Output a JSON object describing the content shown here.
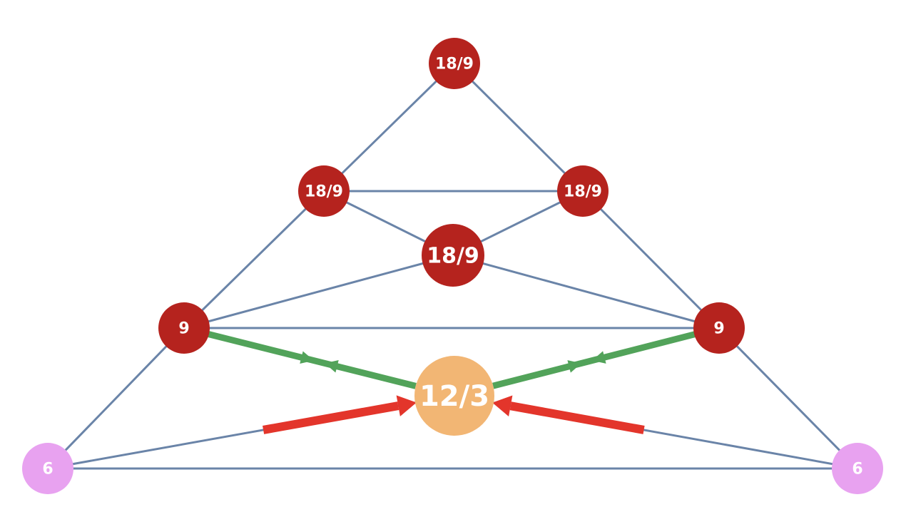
{
  "colors": {
    "edge": "#6a84a8",
    "node_red": "#b5231e",
    "node_pink": "#e8a2f0",
    "node_orange": "#f2b674",
    "arrow_green": "#52a35a",
    "arrow_red": "#e3352b"
  },
  "nodes": [
    {
      "id": "top",
      "label": "18/9",
      "color": "node_red"
    },
    {
      "id": "upper-left",
      "label": "18/9",
      "color": "node_red"
    },
    {
      "id": "upper-right",
      "label": "18/9",
      "color": "node_red"
    },
    {
      "id": "center",
      "label": "18/9",
      "color": "node_red"
    },
    {
      "id": "middle-left",
      "label": "9",
      "color": "node_red"
    },
    {
      "id": "middle-right",
      "label": "9",
      "color": "node_red"
    },
    {
      "id": "core",
      "label": "12/3",
      "color": "node_orange"
    },
    {
      "id": "bottom-left",
      "label": "6",
      "color": "node_pink"
    },
    {
      "id": "bottom-right",
      "label": "6",
      "color": "node_pink"
    }
  ],
  "edges": [
    [
      "top",
      "upper-left"
    ],
    [
      "top",
      "upper-right"
    ],
    [
      "upper-left",
      "upper-right"
    ],
    [
      "upper-left",
      "center"
    ],
    [
      "upper-right",
      "center"
    ],
    [
      "upper-left",
      "middle-left"
    ],
    [
      "upper-right",
      "middle-right"
    ],
    [
      "center",
      "middle-left"
    ],
    [
      "center",
      "middle-right"
    ],
    [
      "middle-left",
      "middle-right"
    ],
    [
      "middle-left",
      "bottom-left"
    ],
    [
      "middle-right",
      "bottom-right"
    ],
    [
      "bottom-left",
      "bottom-right"
    ],
    [
      "bottom-left",
      "core"
    ],
    [
      "bottom-right",
      "core"
    ]
  ],
  "flows": [
    {
      "from": "middle-left",
      "to": "core",
      "type": "bidirectional",
      "color": "arrow_green"
    },
    {
      "from": "middle-right",
      "to": "core",
      "type": "bidirectional",
      "color": "arrow_green"
    },
    {
      "from": "bottom-left",
      "to": "core",
      "type": "inbound",
      "color": "arrow_red"
    },
    {
      "from": "bottom-right",
      "to": "core",
      "type": "inbound",
      "color": "arrow_red"
    }
  ]
}
